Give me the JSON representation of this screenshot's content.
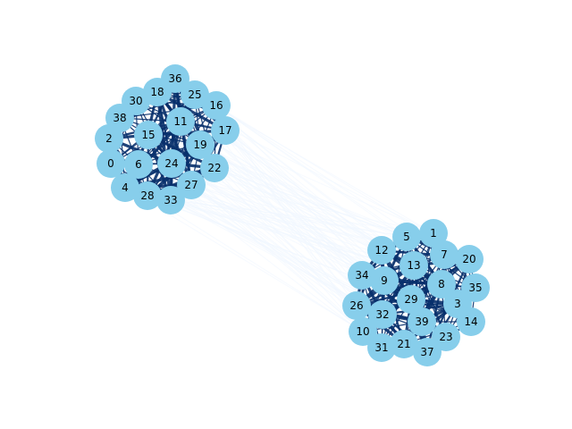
{
  "colors": {
    "node_fill": "#87ceeb",
    "edge_strong": "#08306b",
    "edge_weak": "#f0f6ff",
    "background": "#ffffff"
  },
  "graph": {
    "node_labels": [
      "0",
      "1",
      "2",
      "3",
      "4",
      "5",
      "6",
      "7",
      "8",
      "9",
      "10",
      "11",
      "12",
      "13",
      "14",
      "15",
      "16",
      "17",
      "18",
      "19",
      "20",
      "21",
      "22",
      "23",
      "24",
      "25",
      "26",
      "27",
      "28",
      "29",
      "30",
      "31",
      "32",
      "33",
      "34",
      "35",
      "36",
      "37",
      "38",
      "39"
    ],
    "clusters": [
      [
        "0",
        "2",
        "4",
        "6",
        "11",
        "15",
        "16",
        "17",
        "18",
        "19",
        "22",
        "24",
        "25",
        "27",
        "28",
        "30",
        "33",
        "36",
        "38"
      ],
      [
        "1",
        "3",
        "5",
        "7",
        "8",
        "9",
        "10",
        "12",
        "13",
        "14",
        "20",
        "21",
        "23",
        "26",
        "29",
        "31",
        "32",
        "34",
        "35",
        "37",
        "39"
      ]
    ],
    "inter_cluster_edges": "weak",
    "intra_cluster_edges": "strong"
  }
}
